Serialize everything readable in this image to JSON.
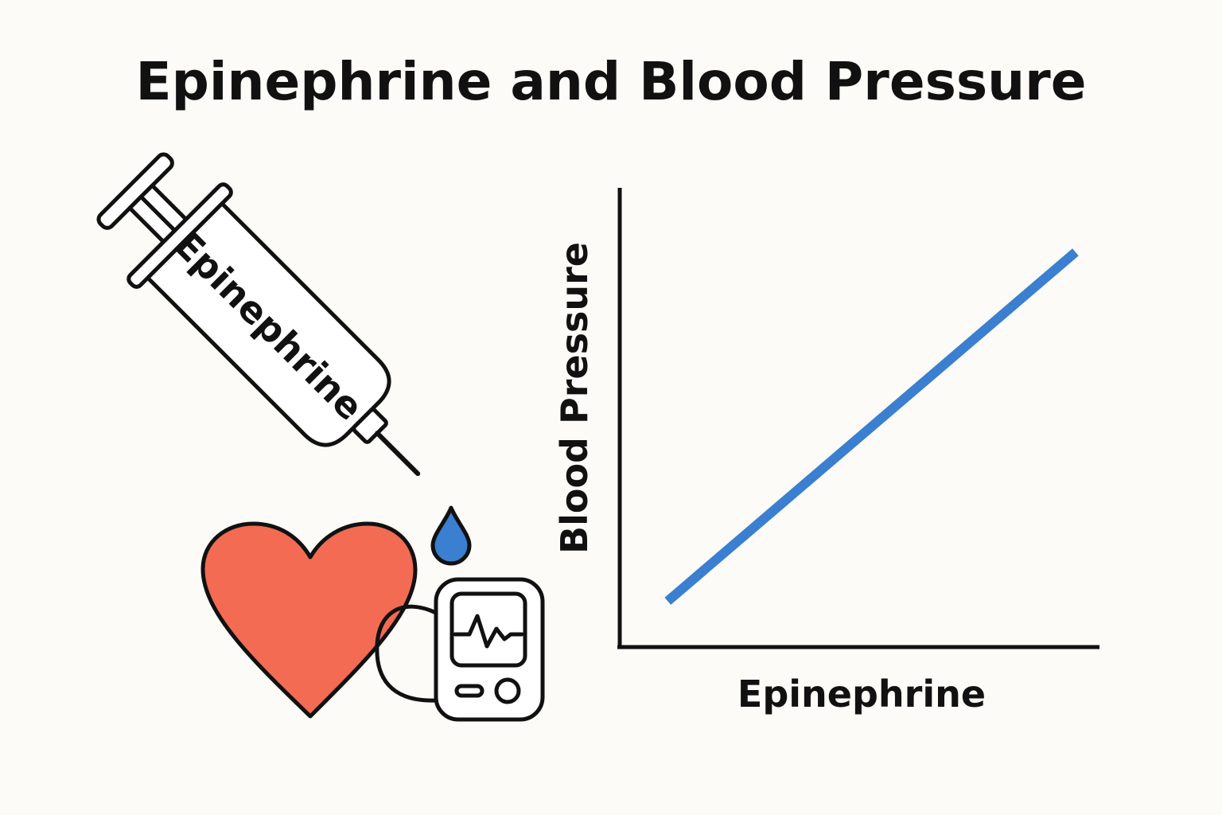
{
  "title": "Epinephrine and Blood Pressure",
  "syringe": {
    "label": "Epinephrine"
  },
  "chart_data": {
    "type": "line",
    "xlabel": "Epinephrine",
    "ylabel": "Blood Pressure",
    "xlim": [
      0,
      10
    ],
    "ylim": [
      0,
      10
    ],
    "series": [
      {
        "x": [
          1,
          9.5
        ],
        "y": [
          1,
          8.6
        ]
      }
    ]
  },
  "colors": {
    "background": "#fcfbf7",
    "ink": "#111111",
    "line": "#3a7fd0",
    "heart": "#f26b52",
    "drop": "#3a7fd0"
  },
  "icons": {
    "syringe": "syringe-icon",
    "drop": "drop-icon",
    "heart": "heart-icon",
    "monitor": "blood-pressure-monitor-icon"
  }
}
